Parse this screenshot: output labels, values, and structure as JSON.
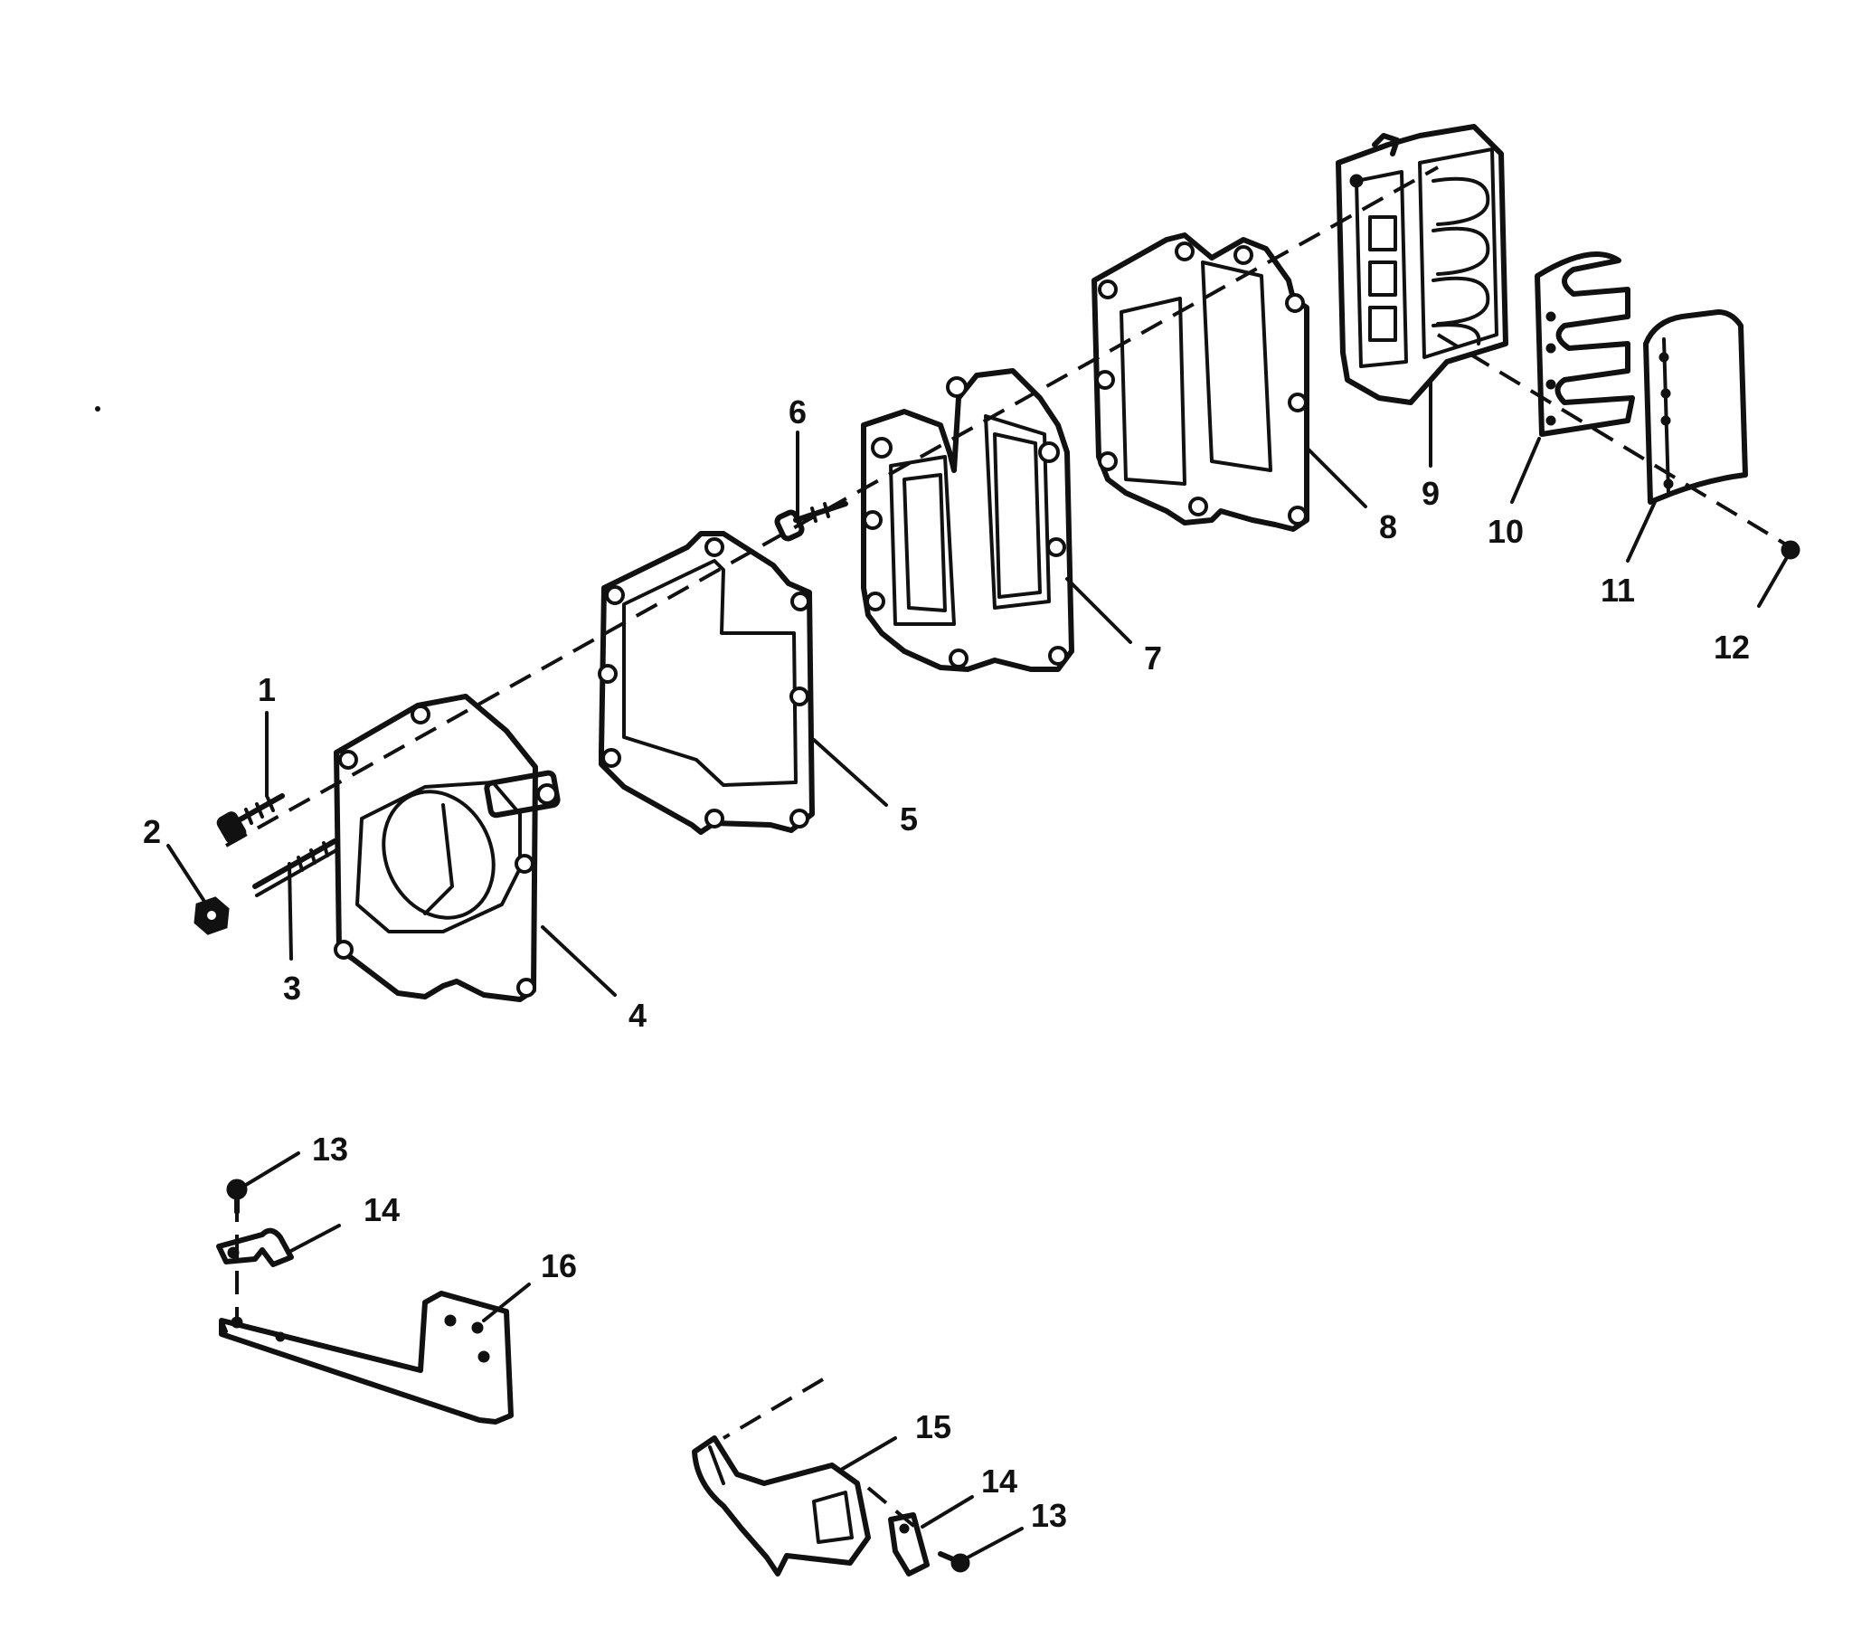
{
  "callouts": {
    "c1": "1",
    "c2": "2",
    "c3": "3",
    "c4": "4",
    "c5": "5",
    "c6": "6",
    "c7": "7",
    "c8": "8",
    "c9": "9",
    "c10": "10",
    "c11": "11",
    "c12": "12",
    "c13a": "13",
    "c14a": "14",
    "c16": "16",
    "c15": "15",
    "c14b": "14",
    "c13b": "13"
  }
}
